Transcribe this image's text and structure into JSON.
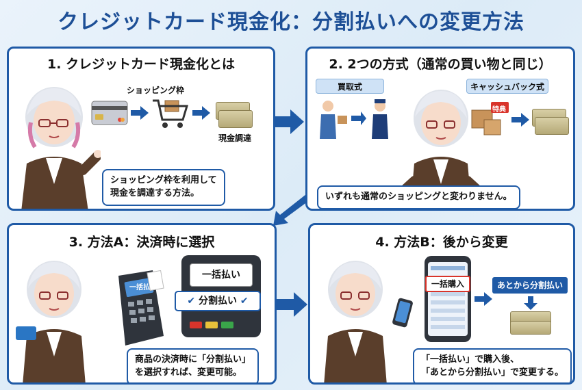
{
  "title": "クレジットカード現金化：分割払いへの変更方法",
  "panels": {
    "p1": {
      "title": "1. クレジットカード現金化とは",
      "shopping_label": "ショッピング枠",
      "cash_label": "現金調達",
      "bubble_line1": "ショッピング枠を利用して",
      "bubble_line2": "現金を調達する方法。"
    },
    "p2": {
      "title": "2. 2つの方式（通常の買い物と同じ）",
      "tag_buy": "買取式",
      "tag_cashback": "キャッシュバック式",
      "gift_label": "特典",
      "bubble": "いずれも通常のショッピングと変わりません。"
    },
    "p3": {
      "title": "3. 方法A：決済時に選択",
      "terminal_screen": "一括払い",
      "option_lump": "一括払い",
      "option_split": "分割払い",
      "bubble_line1": "商品の決済時に「分割払い」",
      "bubble_line2": "を選択すれば、変更可能。"
    },
    "p4": {
      "title": "4. 方法B：後から変更",
      "phone_label": "一括購入",
      "change_tag": "あとから分割払い",
      "bubble_line1": "「一括払い」で購入後、",
      "bubble_line2": "「あとから分割払い」で変更する。"
    }
  },
  "colors": {
    "primary": "#1f5aa6",
    "title": "#1d4f96",
    "accent_red": "#d9342b"
  }
}
